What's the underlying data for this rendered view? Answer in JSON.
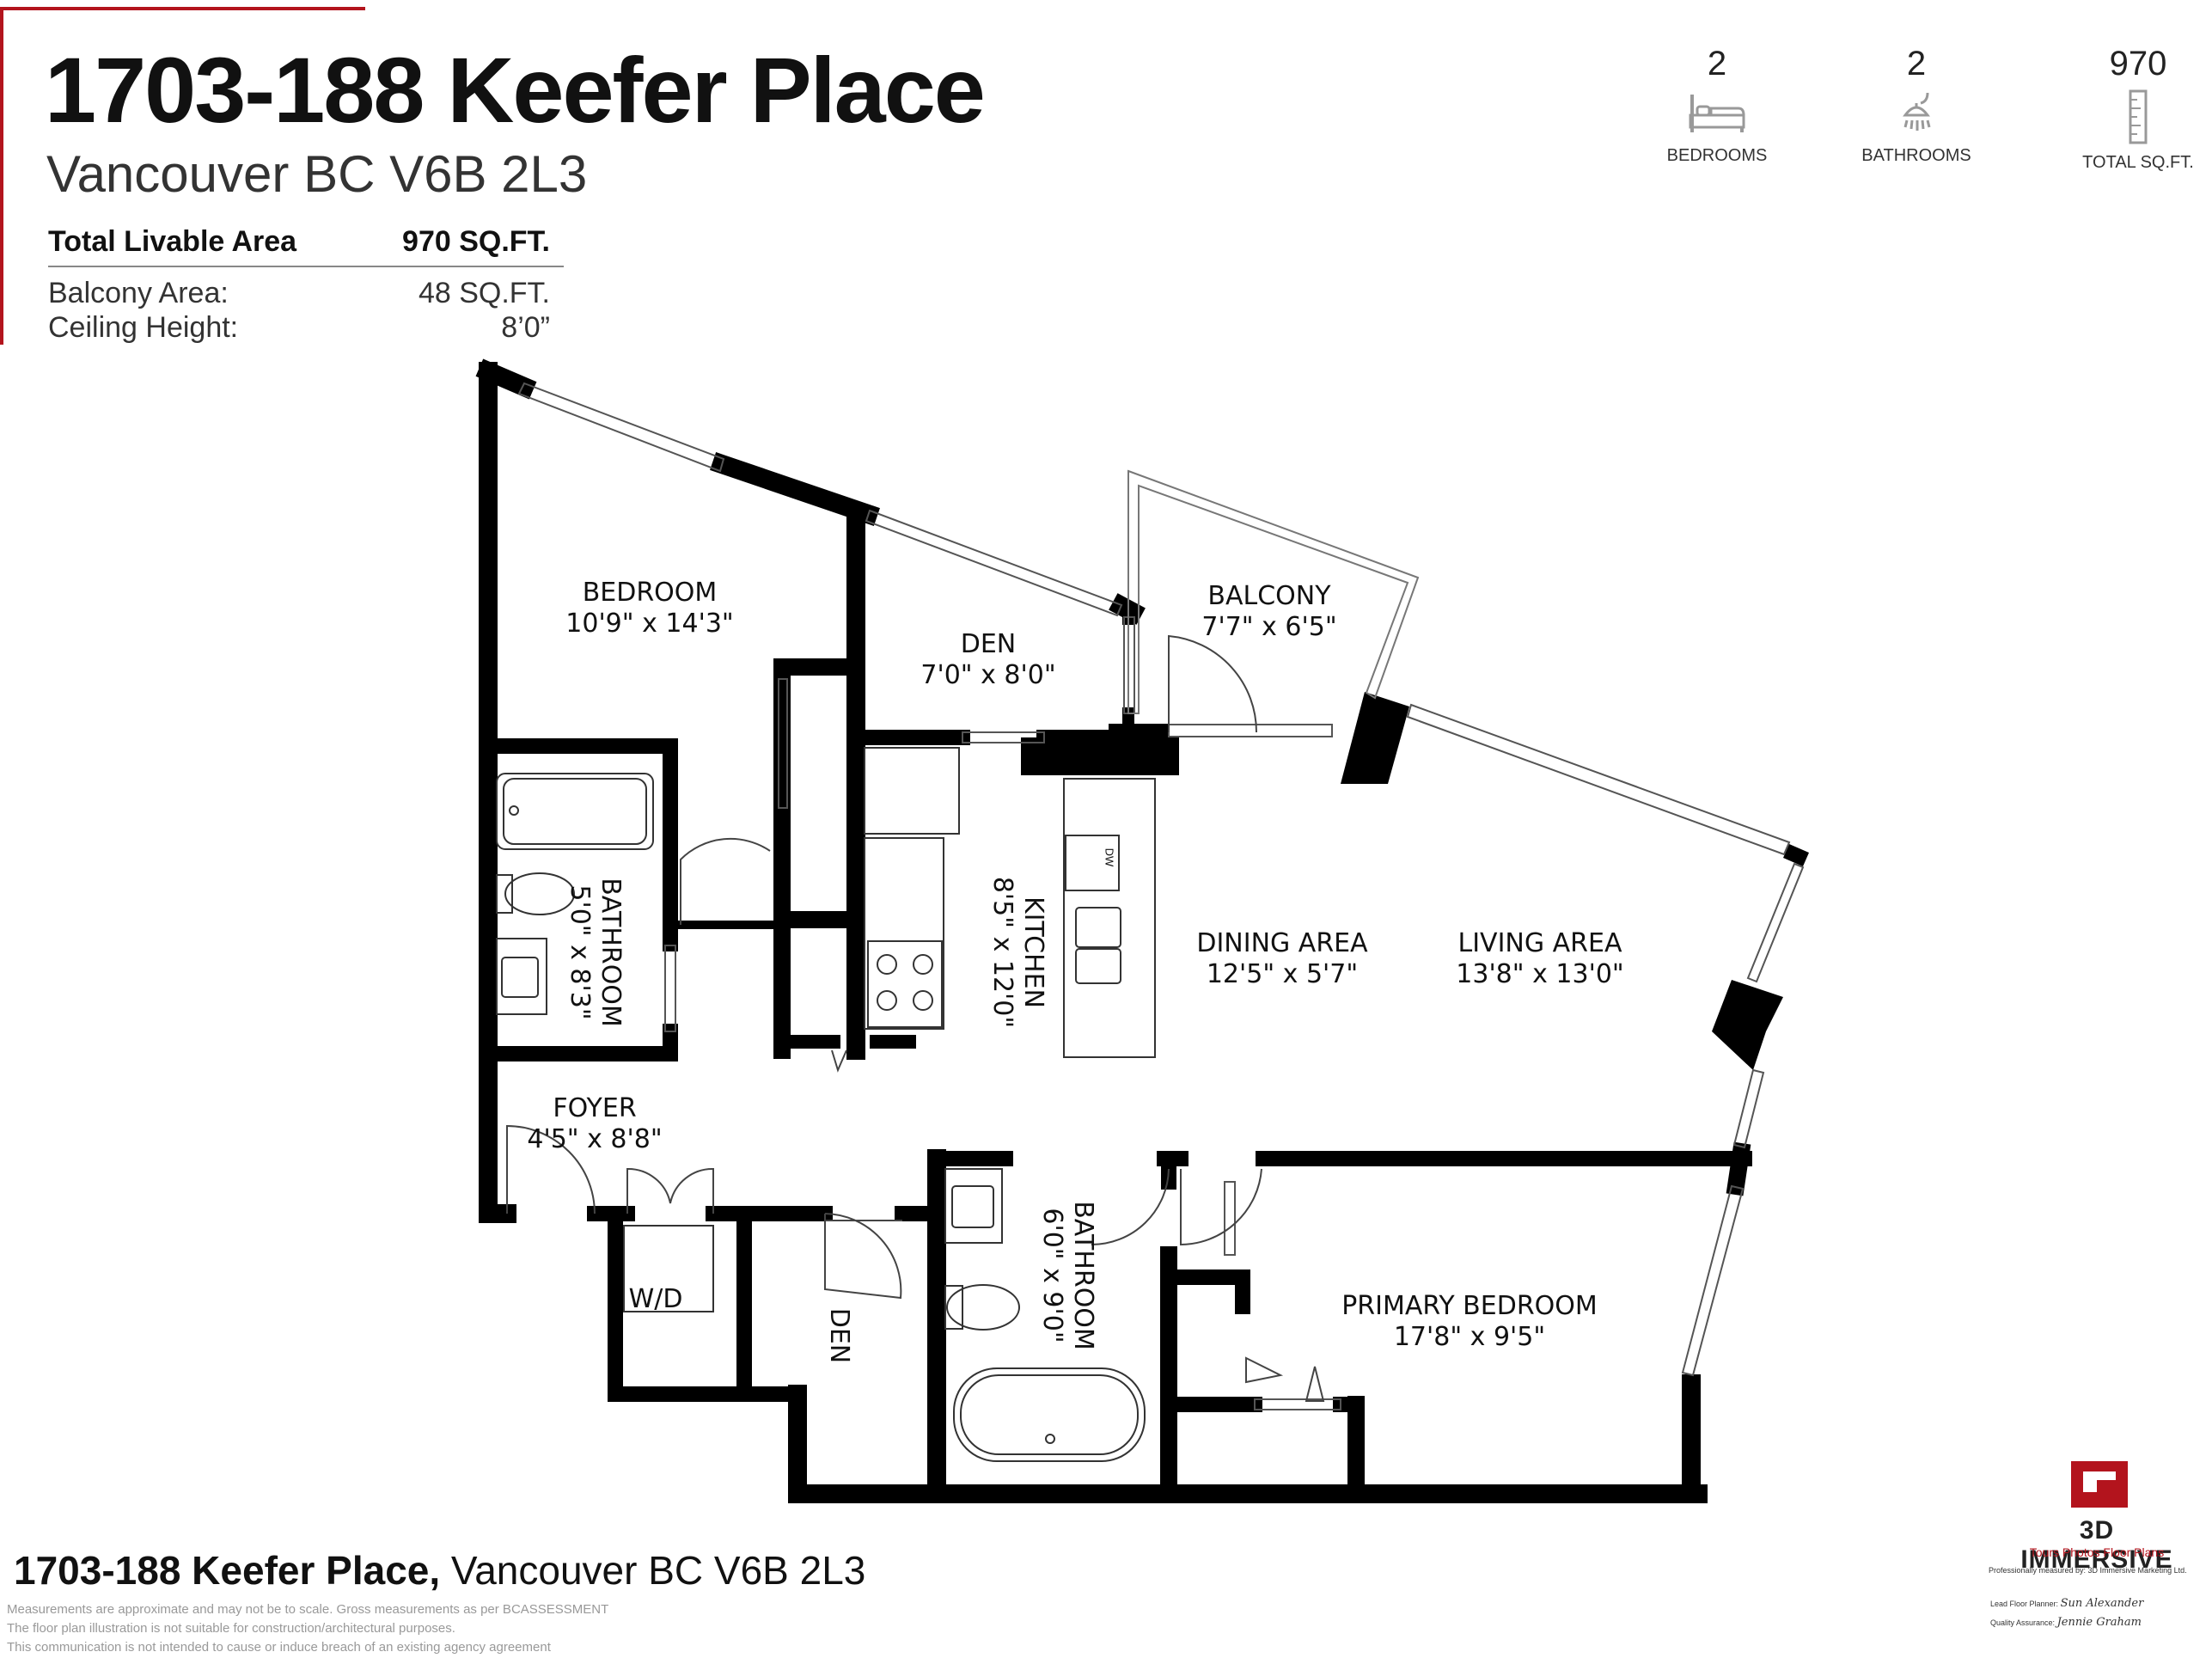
{
  "header": {
    "title": "1703-188 Keefer Place",
    "subtitle": "Vancouver BC V6B 2L3"
  },
  "areas": {
    "total_label": "Total Livable Area",
    "total_value": "970 SQ.FT.",
    "balcony_label": "Balcony Area:",
    "balcony_value": "48 SQ.FT.",
    "ceiling_label": "Ceiling Height:",
    "ceiling_value": "8’0”"
  },
  "stats": [
    {
      "value": "2",
      "label": "BEDROOMS",
      "icon": "bed-icon"
    },
    {
      "value": "2",
      "label": "BATHROOMS",
      "icon": "shower-icon"
    },
    {
      "value": "970",
      "label": "TOTAL SQ.FT.",
      "icon": "ruler-icon"
    }
  ],
  "rooms": {
    "bedroom": {
      "name": "BEDROOM",
      "dims": "10'9\" x 14'3\""
    },
    "den_top": {
      "name": "DEN",
      "dims": "7'0\" x 8'0\""
    },
    "balcony": {
      "name": "BALCONY",
      "dims": "7'7\" x 6'5\""
    },
    "bathroom_left": {
      "name": "BATHROOM",
      "dims": "5'0\" x 8'3\""
    },
    "kitchen": {
      "name": "KITCHEN",
      "dims": "8'5\" x 12'0\""
    },
    "dining": {
      "name": "DINING AREA",
      "dims": "12'5\" x 5'7\""
    },
    "living": {
      "name": "LIVING AREA",
      "dims": "13'8\" x 13'0\""
    },
    "foyer": {
      "name": "FOYER",
      "dims": "4'5\" x 8'8\""
    },
    "wd": {
      "name": "W/D"
    },
    "den_bottom": {
      "name": "DEN"
    },
    "bathroom_ensuite": {
      "name": "BATHROOM",
      "dims": "6'0\" x 9'0\""
    },
    "primary": {
      "name": "PRIMARY BEDROOM",
      "dims": "17'8\" x 9'5\""
    },
    "dw": "DW"
  },
  "footer": {
    "address_bold": "1703-188 Keefer Place,",
    "address_rest": " Vancouver BC V6B 2L3",
    "disclaimer": [
      "Measurements are approximate and may not be to scale. Gross measurements as per BCASSESSMENT",
      "The floor plan illustration is not suitable for construction/architectural purposes.",
      "This communication is not intended to cause or induce breach of an existing agency agreement"
    ]
  },
  "brand": {
    "name": "3D IMMERSIVE",
    "tagline": "Tours  Photos  Floor Plans",
    "measured_by": "Professionally measured by: 3D Immersive Marketing Ltd.",
    "lead_label": "Lead Floor Planner:",
    "lead_sig": "Sun Alexander",
    "qa_label": "Quality Assurance:",
    "qa_sig": "Jennie Graham",
    "accent": "#b3141d"
  }
}
